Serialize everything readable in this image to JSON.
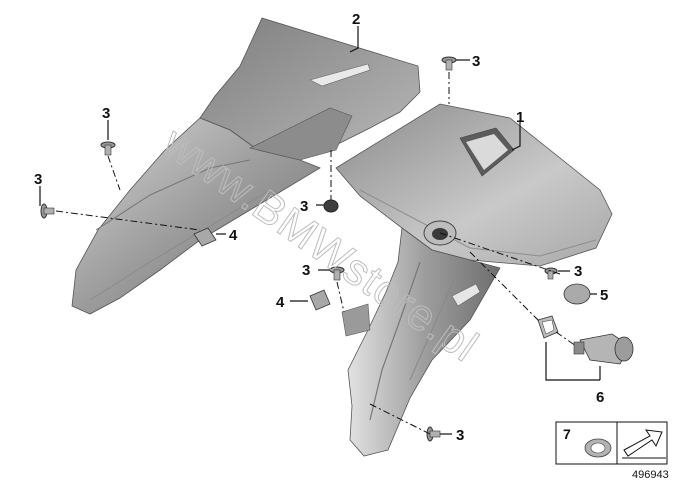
{
  "callouts": {
    "c1": "1",
    "c2": "2",
    "c3a": "3",
    "c3b": "3",
    "c3c": "3",
    "c3d": "3",
    "c3e": "3",
    "c3f": "3",
    "c3g": "3",
    "c4a": "4",
    "c4b": "4",
    "c5": "5",
    "c6": "6",
    "c7": "7"
  },
  "watermark": "www.BMWstore.pl",
  "reference_number": "496943",
  "colors": {
    "part_dark": "#6f6f6f",
    "part_mid": "#9a9a9a",
    "part_light": "#c8c8c8",
    "line": "#111111"
  }
}
